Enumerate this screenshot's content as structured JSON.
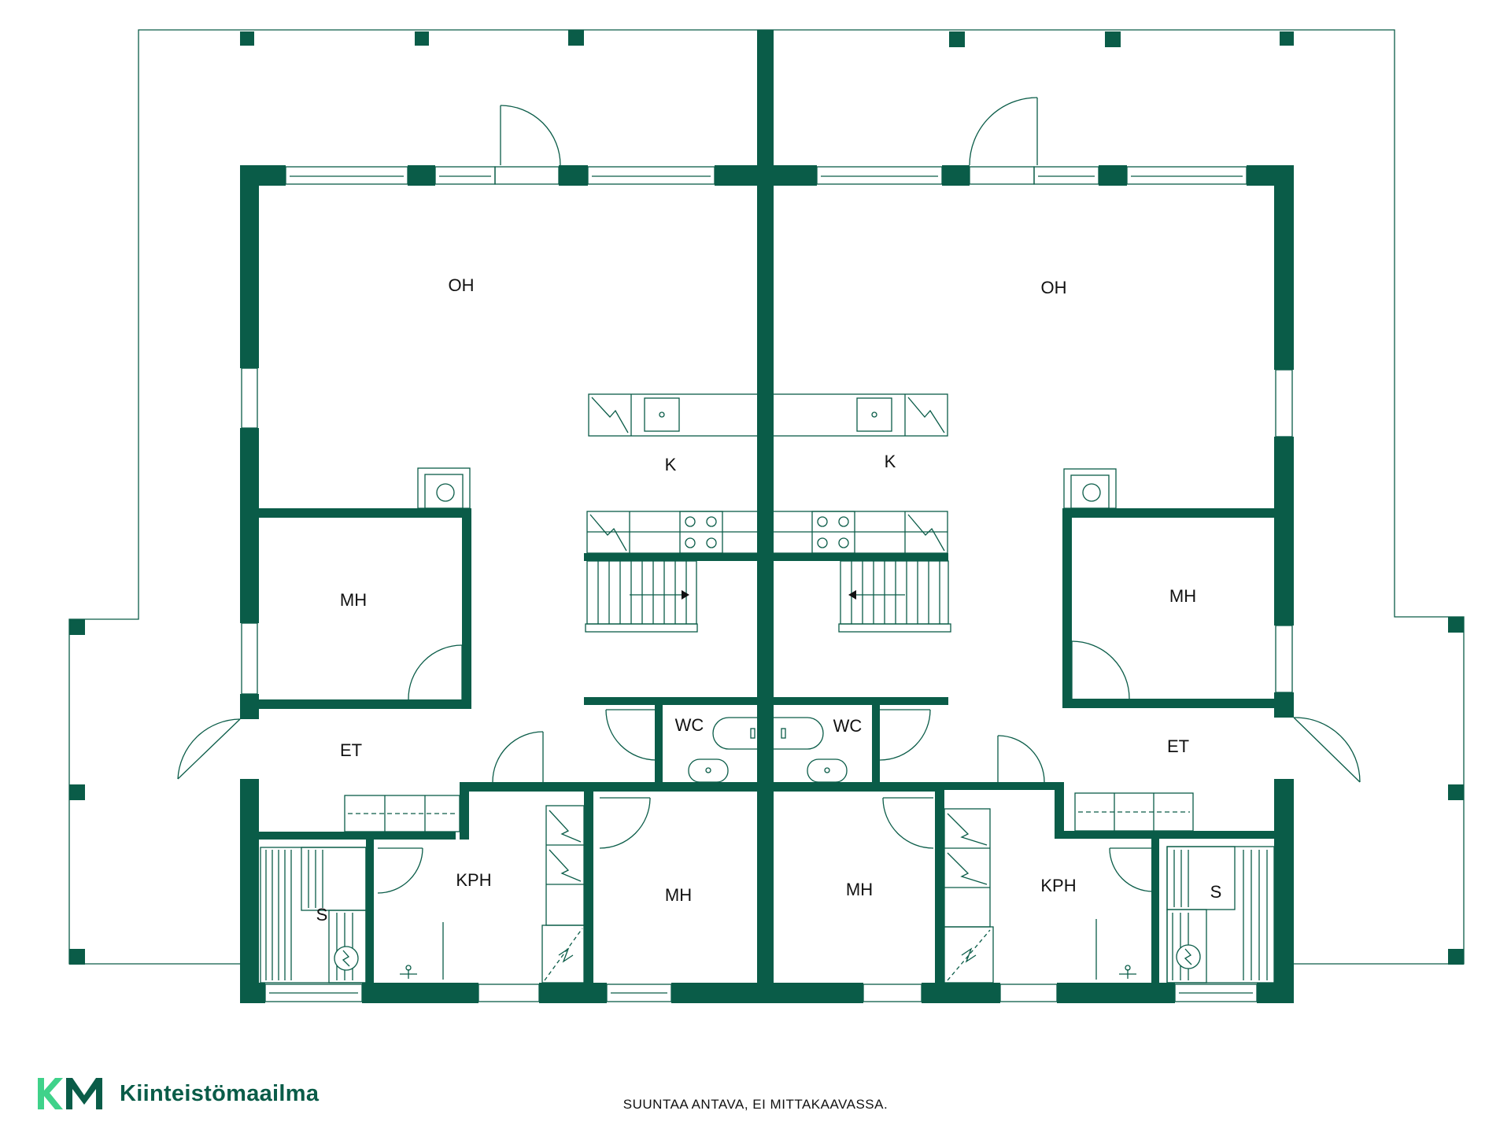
{
  "rooms": {
    "oh_left": "OH",
    "oh_right": "OH",
    "k_left": "K",
    "k_right": "K",
    "mh_left_upper": "MH",
    "mh_right_upper": "MH",
    "wc_left": "WC",
    "wc_right": "WC",
    "et_left": "ET",
    "et_right": "ET",
    "kph_left": "KPH",
    "kph_right": "KPH",
    "s_left": "S",
    "s_right": "S",
    "mh_left_lower": "MH",
    "mh_right_lower": "MH"
  },
  "footer": {
    "disclaimer": "SUUNTAA ANTAVA, EI MITTAKAAVASSA.",
    "brand_mark": "KM",
    "brand_name": "Kiinteistömaailma"
  },
  "colors": {
    "wall": "#0a5c48",
    "logo_light": "#3fd28a"
  }
}
